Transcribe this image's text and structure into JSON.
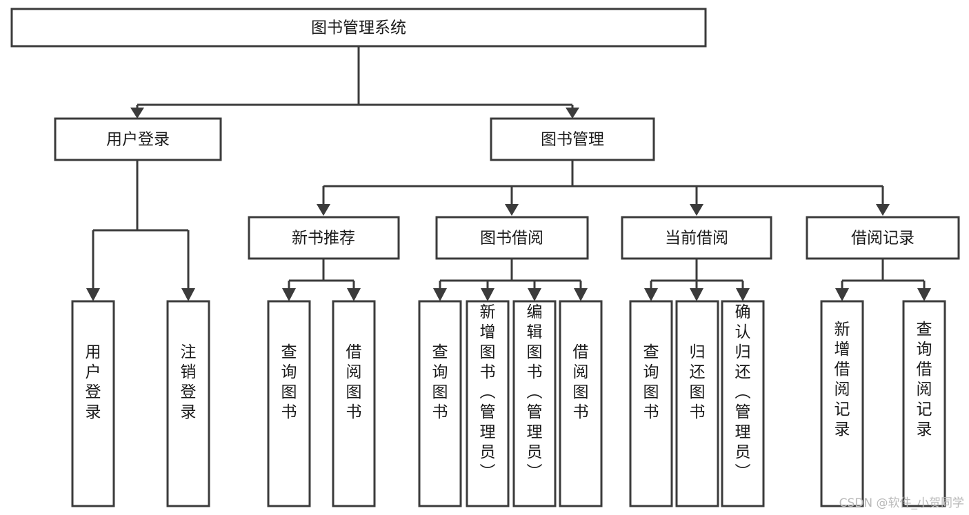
{
  "diagram": {
    "kind": "tree-hierarchy-chart",
    "title": "图书管理系统",
    "background_color": "#ffffff",
    "line_color": "#3b3b3b",
    "text_color": "#1a1a1a",
    "box_fill": "#ffffff",
    "root": {
      "label": "图书管理系统"
    },
    "level2": [
      {
        "label": "用户登录"
      },
      {
        "label": "图书管理"
      }
    ],
    "level3": [
      {
        "label": "新书推荐"
      },
      {
        "label": "图书借阅"
      },
      {
        "label": "当前借阅"
      },
      {
        "label": "借阅记录"
      }
    ],
    "leaves_user_login": [
      {
        "label": "用户登录"
      },
      {
        "label": "注销登录"
      }
    ],
    "leaves_new_book": [
      {
        "label": "查询图书"
      },
      {
        "label": "借阅图书"
      }
    ],
    "leaves_borrow": [
      {
        "label": "查询图书"
      },
      {
        "label": "新增图书（管理员）"
      },
      {
        "label": "编辑图书（管理员）"
      },
      {
        "label": "借阅图书"
      }
    ],
    "leaves_current": [
      {
        "label": "查询图书"
      },
      {
        "label": "归还图书"
      },
      {
        "label": "确认归还（管理员）"
      }
    ],
    "leaves_records": [
      {
        "label": "新增借阅记录"
      },
      {
        "label": "查询借阅记录"
      }
    ]
  },
  "watermark": {
    "text": "CSDN @软件_小贺同学",
    "color": "#b9b9b9"
  }
}
